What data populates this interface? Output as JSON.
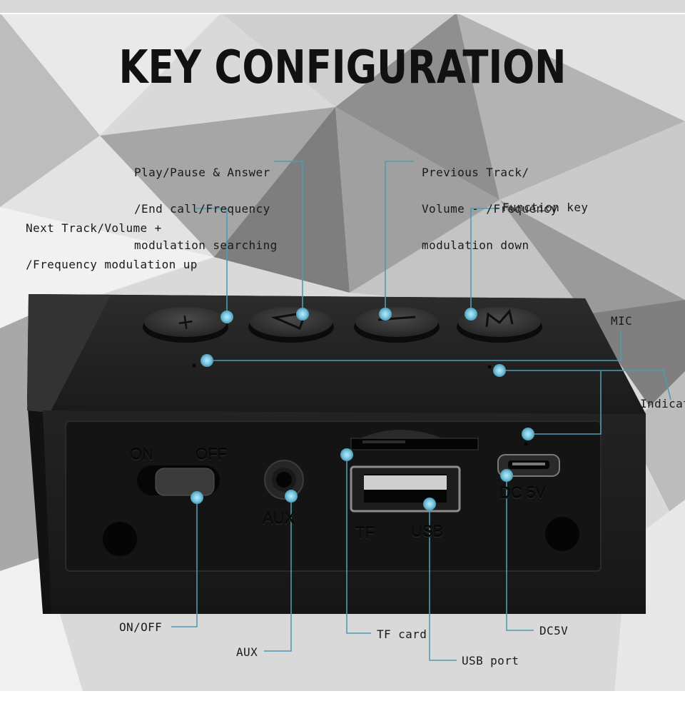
{
  "title": "KEY CONFIGURATION",
  "callouts": {
    "play_pause": [
      "Play/Pause & Answer",
      "/End call/Frequency",
      "modulation searching"
    ],
    "previous_track": [
      "Previous Track/",
      "Volume - /Frequency",
      "modulation down"
    ],
    "next_track": [
      "Next Track/Volume +",
      "/Frequency modulation up"
    ],
    "function_key": "Function key",
    "mic": "MIC",
    "indicator": "Indicator",
    "on_off": "ON/OFF",
    "aux": "AUX",
    "tf_card": "TF card",
    "usb_port": "USB port",
    "dc5v": "DC5V"
  },
  "device_print": {
    "on": "ON",
    "off": "OFF",
    "aux": "AUX",
    "tf": "TF",
    "usb": "USB",
    "dc": "DC 5V"
  },
  "colors": {
    "leader_line": "#4f9bb3",
    "marker": "#79c6e0",
    "device_body": "#1c1c1c"
  }
}
